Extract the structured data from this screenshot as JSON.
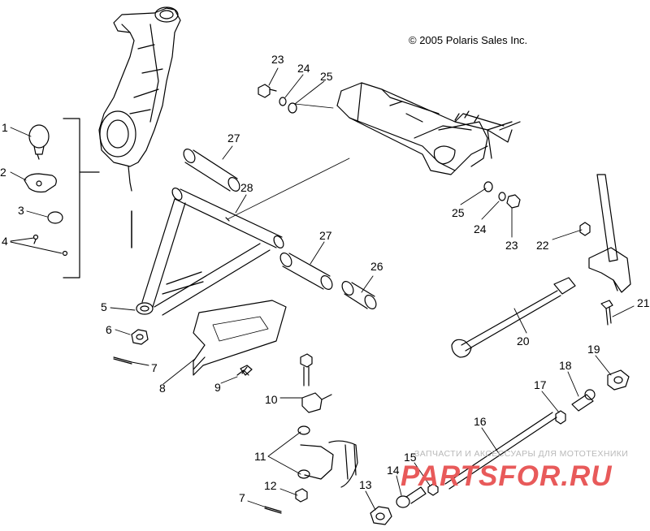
{
  "diagram": {
    "copyright": "© 2005 Polaris Sales Inc.",
    "part_numbers": [
      "1",
      "2",
      "3",
      "4",
      "5",
      "6",
      "7",
      "8",
      "9",
      "10",
      "11",
      "12",
      "7",
      "13",
      "14",
      "15",
      "16",
      "17",
      "18",
      "19",
      "20",
      "21",
      "22",
      "23",
      "24",
      "25",
      "25",
      "24",
      "23",
      "26",
      "27",
      "27",
      "28"
    ],
    "callouts": [
      {
        "id": "c1",
        "text": "1"
      },
      {
        "id": "c2",
        "text": "2"
      },
      {
        "id": "c3",
        "text": "3"
      },
      {
        "id": "c4",
        "text": "4"
      },
      {
        "id": "c5",
        "text": "5"
      },
      {
        "id": "c6",
        "text": "6"
      },
      {
        "id": "c7a",
        "text": "7"
      },
      {
        "id": "c8",
        "text": "8"
      },
      {
        "id": "c9",
        "text": "9"
      },
      {
        "id": "c10",
        "text": "10"
      },
      {
        "id": "c11",
        "text": "11"
      },
      {
        "id": "c12",
        "text": "12"
      },
      {
        "id": "c7b",
        "text": "7"
      },
      {
        "id": "c13",
        "text": "13"
      },
      {
        "id": "c14",
        "text": "14"
      },
      {
        "id": "c15",
        "text": "15"
      },
      {
        "id": "c16",
        "text": "16"
      },
      {
        "id": "c17",
        "text": "17"
      },
      {
        "id": "c18",
        "text": "18"
      },
      {
        "id": "c19",
        "text": "19"
      },
      {
        "id": "c20",
        "text": "20"
      },
      {
        "id": "c21",
        "text": "21"
      },
      {
        "id": "c22",
        "text": "22"
      },
      {
        "id": "c23a",
        "text": "23"
      },
      {
        "id": "c24a",
        "text": "24"
      },
      {
        "id": "c25a",
        "text": "25"
      },
      {
        "id": "c25b",
        "text": "25"
      },
      {
        "id": "c24b",
        "text": "24"
      },
      {
        "id": "c23b",
        "text": "23"
      },
      {
        "id": "c26",
        "text": "26"
      },
      {
        "id": "c27a",
        "text": "27"
      },
      {
        "id": "c27b",
        "text": "27"
      },
      {
        "id": "c28",
        "text": "28"
      }
    ]
  },
  "watermark": {
    "tagline": "ЗАПЧАСТИ И АКСЕССУАРЫ ДЛЯ МОТОТЕХНИКИ",
    "brand": "PARTSFOR.RU"
  },
  "colors": {
    "line": "#000000",
    "watermark_brand": "#e85a5a",
    "watermark_text": "#b9b9b9"
  }
}
